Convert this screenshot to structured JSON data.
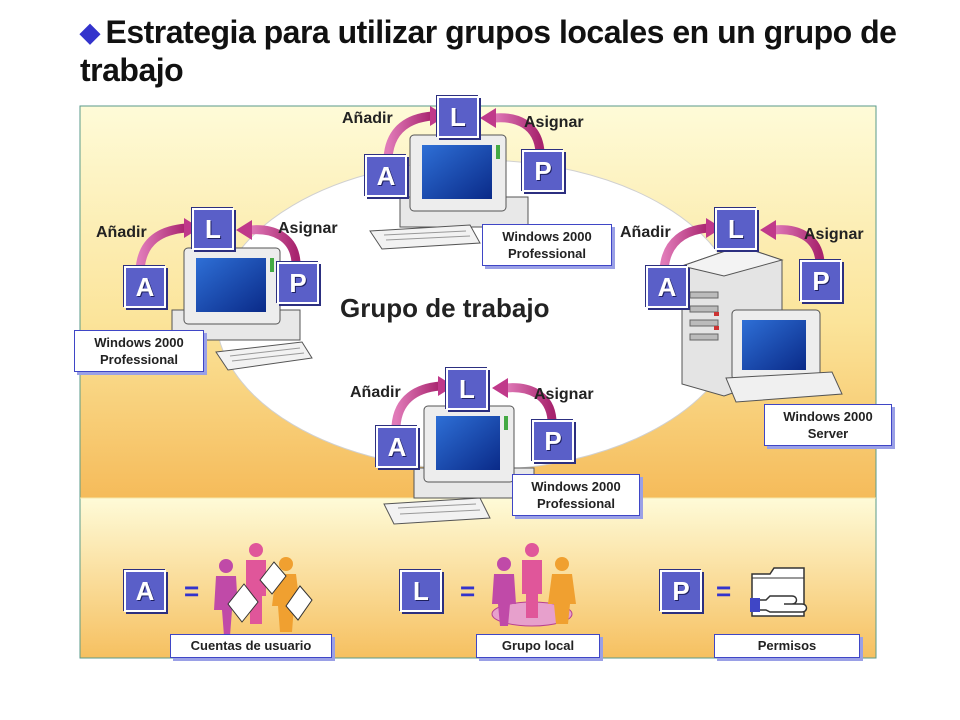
{
  "title": "Estrategia para utilizar grupos locales en un grupo de trabajo",
  "workgroup_label": "Grupo de trabajo",
  "nodes": [
    {
      "add_label": "Añadir",
      "assign_label": "Asignar",
      "os_line1": "Windows 2000",
      "os_line2": "Professional",
      "badge_a": "A",
      "badge_l": "L",
      "badge_p": "P"
    },
    {
      "add_label": "Añadir",
      "assign_label": "Asignar",
      "os_line1": "Windows 2000",
      "os_line2": "Professional",
      "badge_a": "A",
      "badge_l": "L",
      "badge_p": "P"
    },
    {
      "add_label": "Añadir",
      "assign_label": "Asignar",
      "os_line1": "Windows 2000",
      "os_line2": "Server",
      "badge_a": "A",
      "badge_l": "L",
      "badge_p": "P"
    },
    {
      "add_label": "Añadir",
      "assign_label": "Asignar",
      "os_line1": "Windows 2000",
      "os_line2": "Professional",
      "badge_a": "A",
      "badge_l": "L",
      "badge_p": "P"
    }
  ],
  "legend": [
    {
      "letter": "A",
      "equals": "=",
      "label": "Cuentas de usuario"
    },
    {
      "letter": "L",
      "equals": "=",
      "label": "Grupo local"
    },
    {
      "letter": "P",
      "equals": "=",
      "label": "Permisos"
    }
  ],
  "colors": {
    "accent": "#3333cc",
    "badge": "#5a5fc8",
    "arrow": "#c0398a",
    "panel_top": "#fdf7c8",
    "panel_bottom": "#f6c264",
    "ellipse": "#ffffff"
  },
  "icons": [
    "bullet-diamond-icon",
    "computer-icon",
    "server-icon",
    "users-icon",
    "folder-icon",
    "hand-icon",
    "arrow-icon"
  ]
}
